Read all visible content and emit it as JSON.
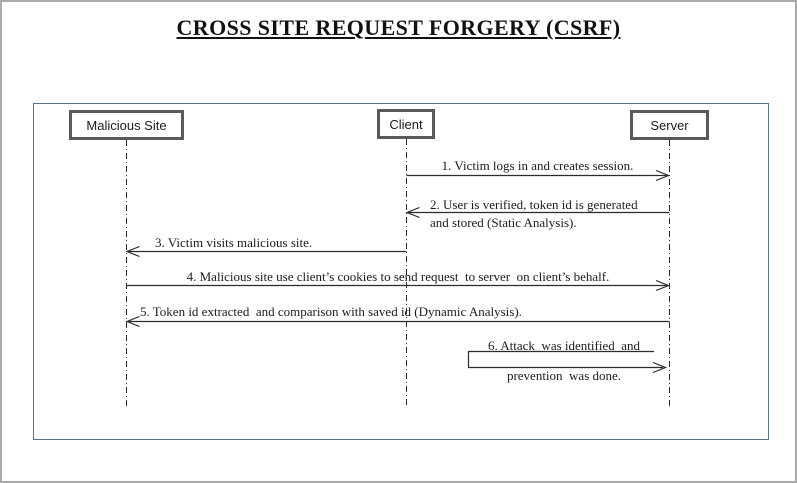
{
  "window": {
    "title": "CROSS SITE REQUEST FORGERY (CSRF)"
  },
  "diagram": {
    "type": "sequence-diagram",
    "actors": [
      {
        "id": "malicious-site",
        "label": "Malicious Site"
      },
      {
        "id": "client",
        "label": "Client"
      },
      {
        "id": "server",
        "label": "Server"
      }
    ],
    "messages": [
      {
        "order": 1,
        "from": "Client",
        "to": "Server",
        "direction": "right",
        "lines": [
          "1. Victim logs in and creates session."
        ]
      },
      {
        "order": 2,
        "from": "Server",
        "to": "Client",
        "direction": "left",
        "lines": [
          "2. User is verified, token id is generated",
          "and stored (Static Analysis)."
        ]
      },
      {
        "order": 3,
        "from": "Client",
        "to": "Malicious Site",
        "direction": "left",
        "lines": [
          "3. Victim visits malicious site."
        ]
      },
      {
        "order": 4,
        "from": "Malicious Site",
        "to": "Server",
        "direction": "right",
        "lines": [
          "4. Malicious site use client’s cookies to send request  to server  on client’s behalf."
        ]
      },
      {
        "order": 5,
        "from": "Server",
        "to": "Malicious Site",
        "direction": "left",
        "lines": [
          "5. Token id extracted  and comparison with saved id (Dynamic Analysis)."
        ]
      },
      {
        "order": 6,
        "from": "Server",
        "to": "Server",
        "direction": "self",
        "lines": [
          "6. Attack  was identified  and",
          "prevention  was done."
        ]
      }
    ],
    "colors": {
      "actor_box_border": "#595959",
      "frame_border": "#50758b",
      "line_color": "#2b2b2b"
    }
  }
}
